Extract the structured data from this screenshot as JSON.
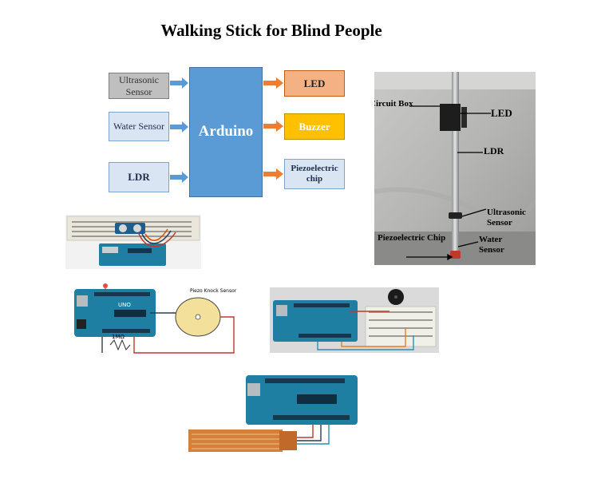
{
  "title": "Walking Stick for Blind People",
  "block_diagram": {
    "inputs": [
      "Ultrasonic Sensor",
      "Water Sensor",
      "LDR"
    ],
    "controller": "Arduino",
    "outputs": [
      "LED",
      "Buzzer",
      "Piezoelectric chip"
    ]
  },
  "photo_labels": {
    "circuit_box": "Circuit Box",
    "led": "LED",
    "ldr": "LDR",
    "ultrasonic": "Ultrasonic Sensor",
    "water": "Water Sensor",
    "piezo": "Piezoelectric Chip"
  },
  "circuit_labels": {
    "piezo_knock": "Piezo Knock Sensor",
    "resistor": "1MΩ",
    "board": "UNO"
  },
  "colors": {
    "arduino_block": "#5b9bd5",
    "led_block": "#f4b183",
    "buzzer_block": "#ffc000",
    "board_teal": "#1f7fa3",
    "arrow_blue": "#5b9bd5",
    "arrow_orange": "#ed7d31"
  }
}
